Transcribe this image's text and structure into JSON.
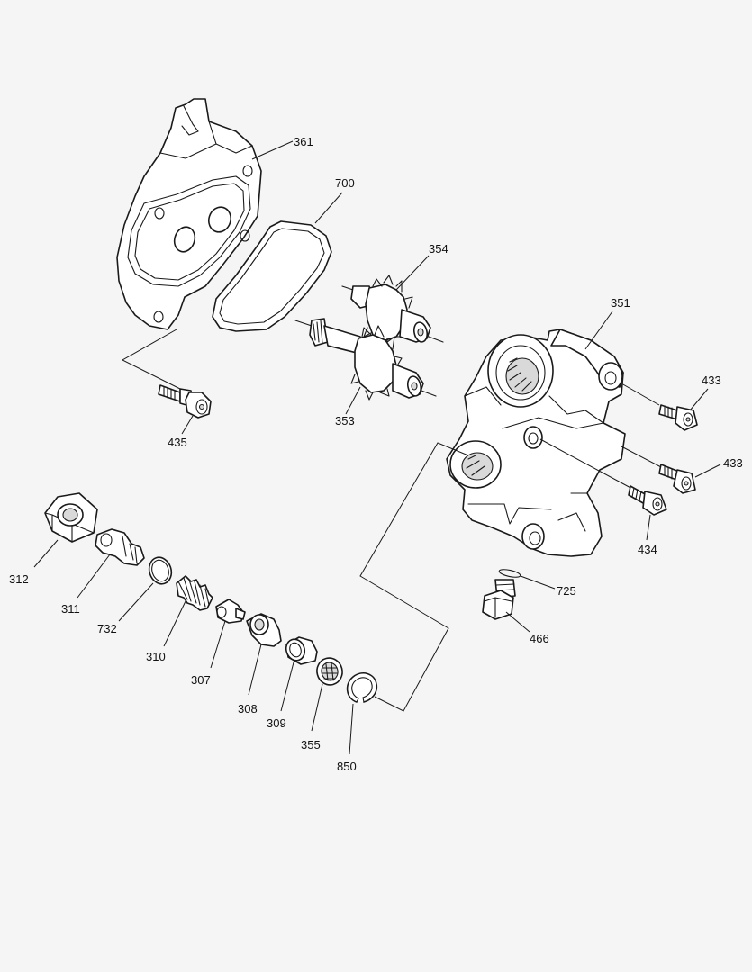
{
  "callouts": {
    "c361": "361",
    "c700": "700",
    "c354": "354",
    "c351": "351",
    "c433a": "433",
    "c433b": "433",
    "c434": "434",
    "c725": "725",
    "c466": "466",
    "c353": "353",
    "c435": "435",
    "c312": "312",
    "c311": "311",
    "c732": "732",
    "c310": "310",
    "c307": "307",
    "c308": "308",
    "c309": "309",
    "c355": "355",
    "c850": "850"
  },
  "colors": {
    "background": "#f5f5f5",
    "line": "#1a1a1a",
    "fill": "#ffffff"
  }
}
